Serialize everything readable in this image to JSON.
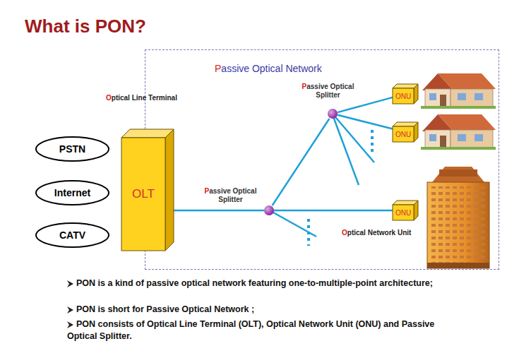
{
  "diagram": {
    "title": "What is PON?",
    "nodes": [
      {
        "text": [
          "PSTN"
        ]
      },
      {
        "text": [
          "Internet"
        ]
      },
      {
        "text": [
          "CATV"
        ]
      },
      {
        "text": [
          "Passive Optical Network"
        ]
      },
      {
        "text": [
          "Optical Line Terminal",
          "OLT"
        ]
      },
      {
        "text": [
          "Passive Optical Splitter"
        ],
        "in": 3
      },
      {
        "text": [
          "Passive Optical Splitter"
        ],
        "in": 3
      },
      {
        "text": [
          "ONU"
        ],
        "in": 3
      },
      {
        "text": [
          "ONU"
        ],
        "in": 3
      },
      {
        "text": [
          "ONU",
          "Optical Network Unit"
        ],
        "in": 3
      }
    ],
    "edges": [
      {
        "from": 4,
        "to": 5,
        "arrow": "none"
      },
      {
        "from": 5,
        "to": 6,
        "arrow": "none"
      },
      {
        "from": 6,
        "to": 7,
        "arrow": "none"
      },
      {
        "from": 6,
        "to": 8,
        "arrow": "none"
      },
      {
        "from": 5,
        "to": 9,
        "arrow": "none"
      }
    ],
    "labels": [
      "PON is a kind of passive optical network featuring one-to-multiple-point architecture;",
      "PON is short for Passive Optical Network ;",
      "PON consists of Optical Line Terminal (OLT), Optical Network Unit (ONU) and Passive Optical Splitter."
    ]
  }
}
